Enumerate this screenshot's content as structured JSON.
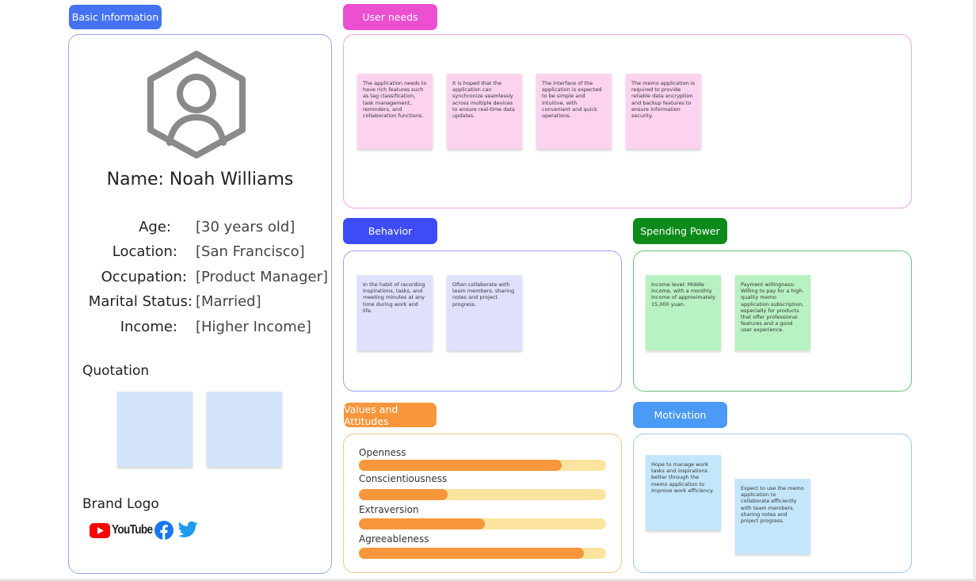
{
  "basic": {
    "label": "Basic Information",
    "name": "Name: Noah Williams",
    "fields": [
      {
        "key": "Age:",
        "value": "[30 years old]"
      },
      {
        "key": "Location:",
        "value": "[San Francisco]"
      },
      {
        "key": "Occupation:",
        "value": "[Product Manager]"
      },
      {
        "key": "Marital Status:",
        "value": "[Married]"
      },
      {
        "key": "Income:",
        "value": "[Higher Income]"
      }
    ],
    "quotation_title": "Quotation",
    "brand_title": "Brand Logo",
    "brands": [
      {
        "name": "YouTube",
        "icon": "youtube-icon"
      },
      {
        "name": "Facebook",
        "icon": "facebook-icon"
      },
      {
        "name": "Twitter",
        "icon": "twitter-icon"
      }
    ]
  },
  "user_needs": {
    "label": "User needs",
    "notes": [
      "The application needs to have rich features such as tag classification, task management, reminders, and collaboration functions.",
      "It is hoped that the application can synchronize seamlessly across multiple devices to ensure real-time data updates.",
      "The interface of the application is expected to be simple and intuitive, with convenient and quick operations.",
      "The memo application is required to provide reliable data encryption and backup features to ensure information security."
    ]
  },
  "behavior": {
    "label": "Behavior",
    "notes": [
      "In the habit of recording inspirations, tasks, and meeting minutes at any time during work and life.",
      "Often collaborate with team members, sharing notes and project progress."
    ]
  },
  "spending": {
    "label": "Spending Power",
    "notes": [
      "Income level: Middle income, with a monthly income of approximately 15,000 yuan.",
      "Payment willingness: Willing to pay for a high-quality memo application subscription, especially for products that offer professional features and a good user experience."
    ]
  },
  "values": {
    "label": "Values and Attitudes",
    "traits": [
      {
        "name": "Openness",
        "value": 0.82
      },
      {
        "name": "Conscientiousness",
        "value": 0.36
      },
      {
        "name": "Extraversion",
        "value": 0.51
      },
      {
        "name": "Agreeableness",
        "value": 0.91
      }
    ]
  },
  "motivation": {
    "label": "Motivation",
    "notes": [
      "Hope to manage work tasks and inspirations better through the memo application to improve work efficiency.",
      "Expect to use the memo application to collaborate efficiently with team members, sharing notes and project progress."
    ]
  },
  "colors": {
    "basic": "#4472f2",
    "user_needs": "#ec4fd0",
    "behavior": "#3d4cf5",
    "spending": "#0c8a1a",
    "values": "#f7963a",
    "motivation": "#4a9af6"
  }
}
